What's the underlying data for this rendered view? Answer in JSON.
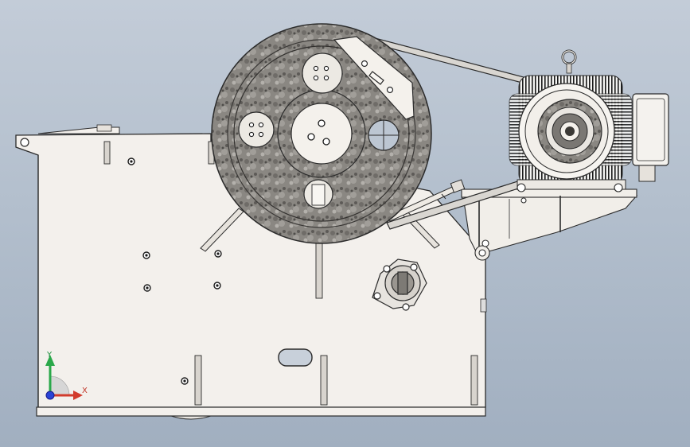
{
  "view": {
    "background_top": "#c3ccd8",
    "background_bottom": "#a1afc0",
    "edge_color": "#2b2b2b",
    "frame_fill": "#f3f0ec"
  },
  "triad": {
    "x_label": "X",
    "y_label": "Y",
    "x_color": "#d23b2c",
    "y_color": "#2aa84a",
    "z_color": "#2a44d6"
  },
  "model": {
    "parts": [
      "jaw-crusher-frame",
      "flywheel",
      "belt-guard",
      "eccentric-shaft",
      "electric-motor",
      "motor-pulley",
      "v-belt",
      "motor-mount-bracket",
      "toggle-tension-rod",
      "side-plate-stiffeners"
    ]
  }
}
